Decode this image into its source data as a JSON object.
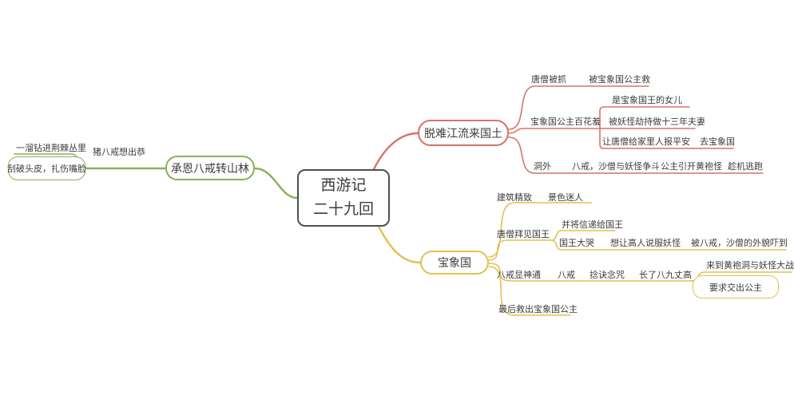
{
  "colors": {
    "green": "#86b25a",
    "red": "#d4756a",
    "yellow": "#e2c152",
    "border_dark": "#4f4f4f",
    "text": "#3c3c3c"
  },
  "center": {
    "line1": "西游记",
    "line2": "二十九回"
  },
  "left_branch": {
    "topic": "承恩八戒转山林",
    "edge_label": "猪八戒想出恭",
    "leaf_text": "一溜钻进荆棘丛里",
    "leaf_box": "刮破头皮，扎伤嘴脸"
  },
  "top_branch": {
    "topic": "脱难江流来国土",
    "captured": "唐僧被抓",
    "captured_next": "被宝象国公主救",
    "princess": "宝象国公主百花羞",
    "princess_child1": "是宝象国王的女儿",
    "princess_child2": "被妖怪劫持做十三年夫妻",
    "princess_child3": "让唐僧给家里人报平安",
    "princess_child3_next": "去宝象国",
    "cave": "洞外",
    "cave_next1": "八戒，沙僧与妖怪争斗",
    "cave_next2": "公主引开黄袍怪",
    "cave_next3": "趁机逃跑"
  },
  "bottom_branch": {
    "topic": "宝象国",
    "scenery1": "建筑精致",
    "scenery2": "景色迷人",
    "meet_king": "唐僧拜见国王",
    "letter": "并将信递给国王",
    "king_cry": "国王大哭",
    "king_cry_next1": "想让高人说服妖怪",
    "king_cry_next2": "被八戒，沙僧的外貌吓到",
    "bajie_power": "八戒显神通",
    "bajie": "八戒",
    "spell": "捻诀念咒",
    "grow": "长了八九丈高",
    "battle": "来到黄袍洞与妖怪大战",
    "demand_box": "要求交出公主",
    "rescue": "最后救出宝象国公主"
  }
}
